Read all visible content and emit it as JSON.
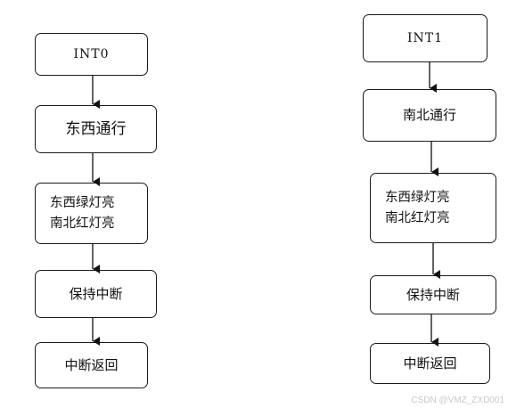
{
  "left_flow": {
    "start": "INT0",
    "step1": "东西通行",
    "step2_line1": "东西绿灯亮",
    "step2_line2": "南北红灯亮",
    "step3": "保持中断",
    "step4": "中断返回"
  },
  "right_flow": {
    "start": "INT1",
    "step1": "南北通行",
    "step2_line1": "东西绿灯亮",
    "step2_line2": "南北红灯亮",
    "step3": "保持中断",
    "step4": "中断返回"
  },
  "watermark": "CSDN @VMZ_ZXD001"
}
